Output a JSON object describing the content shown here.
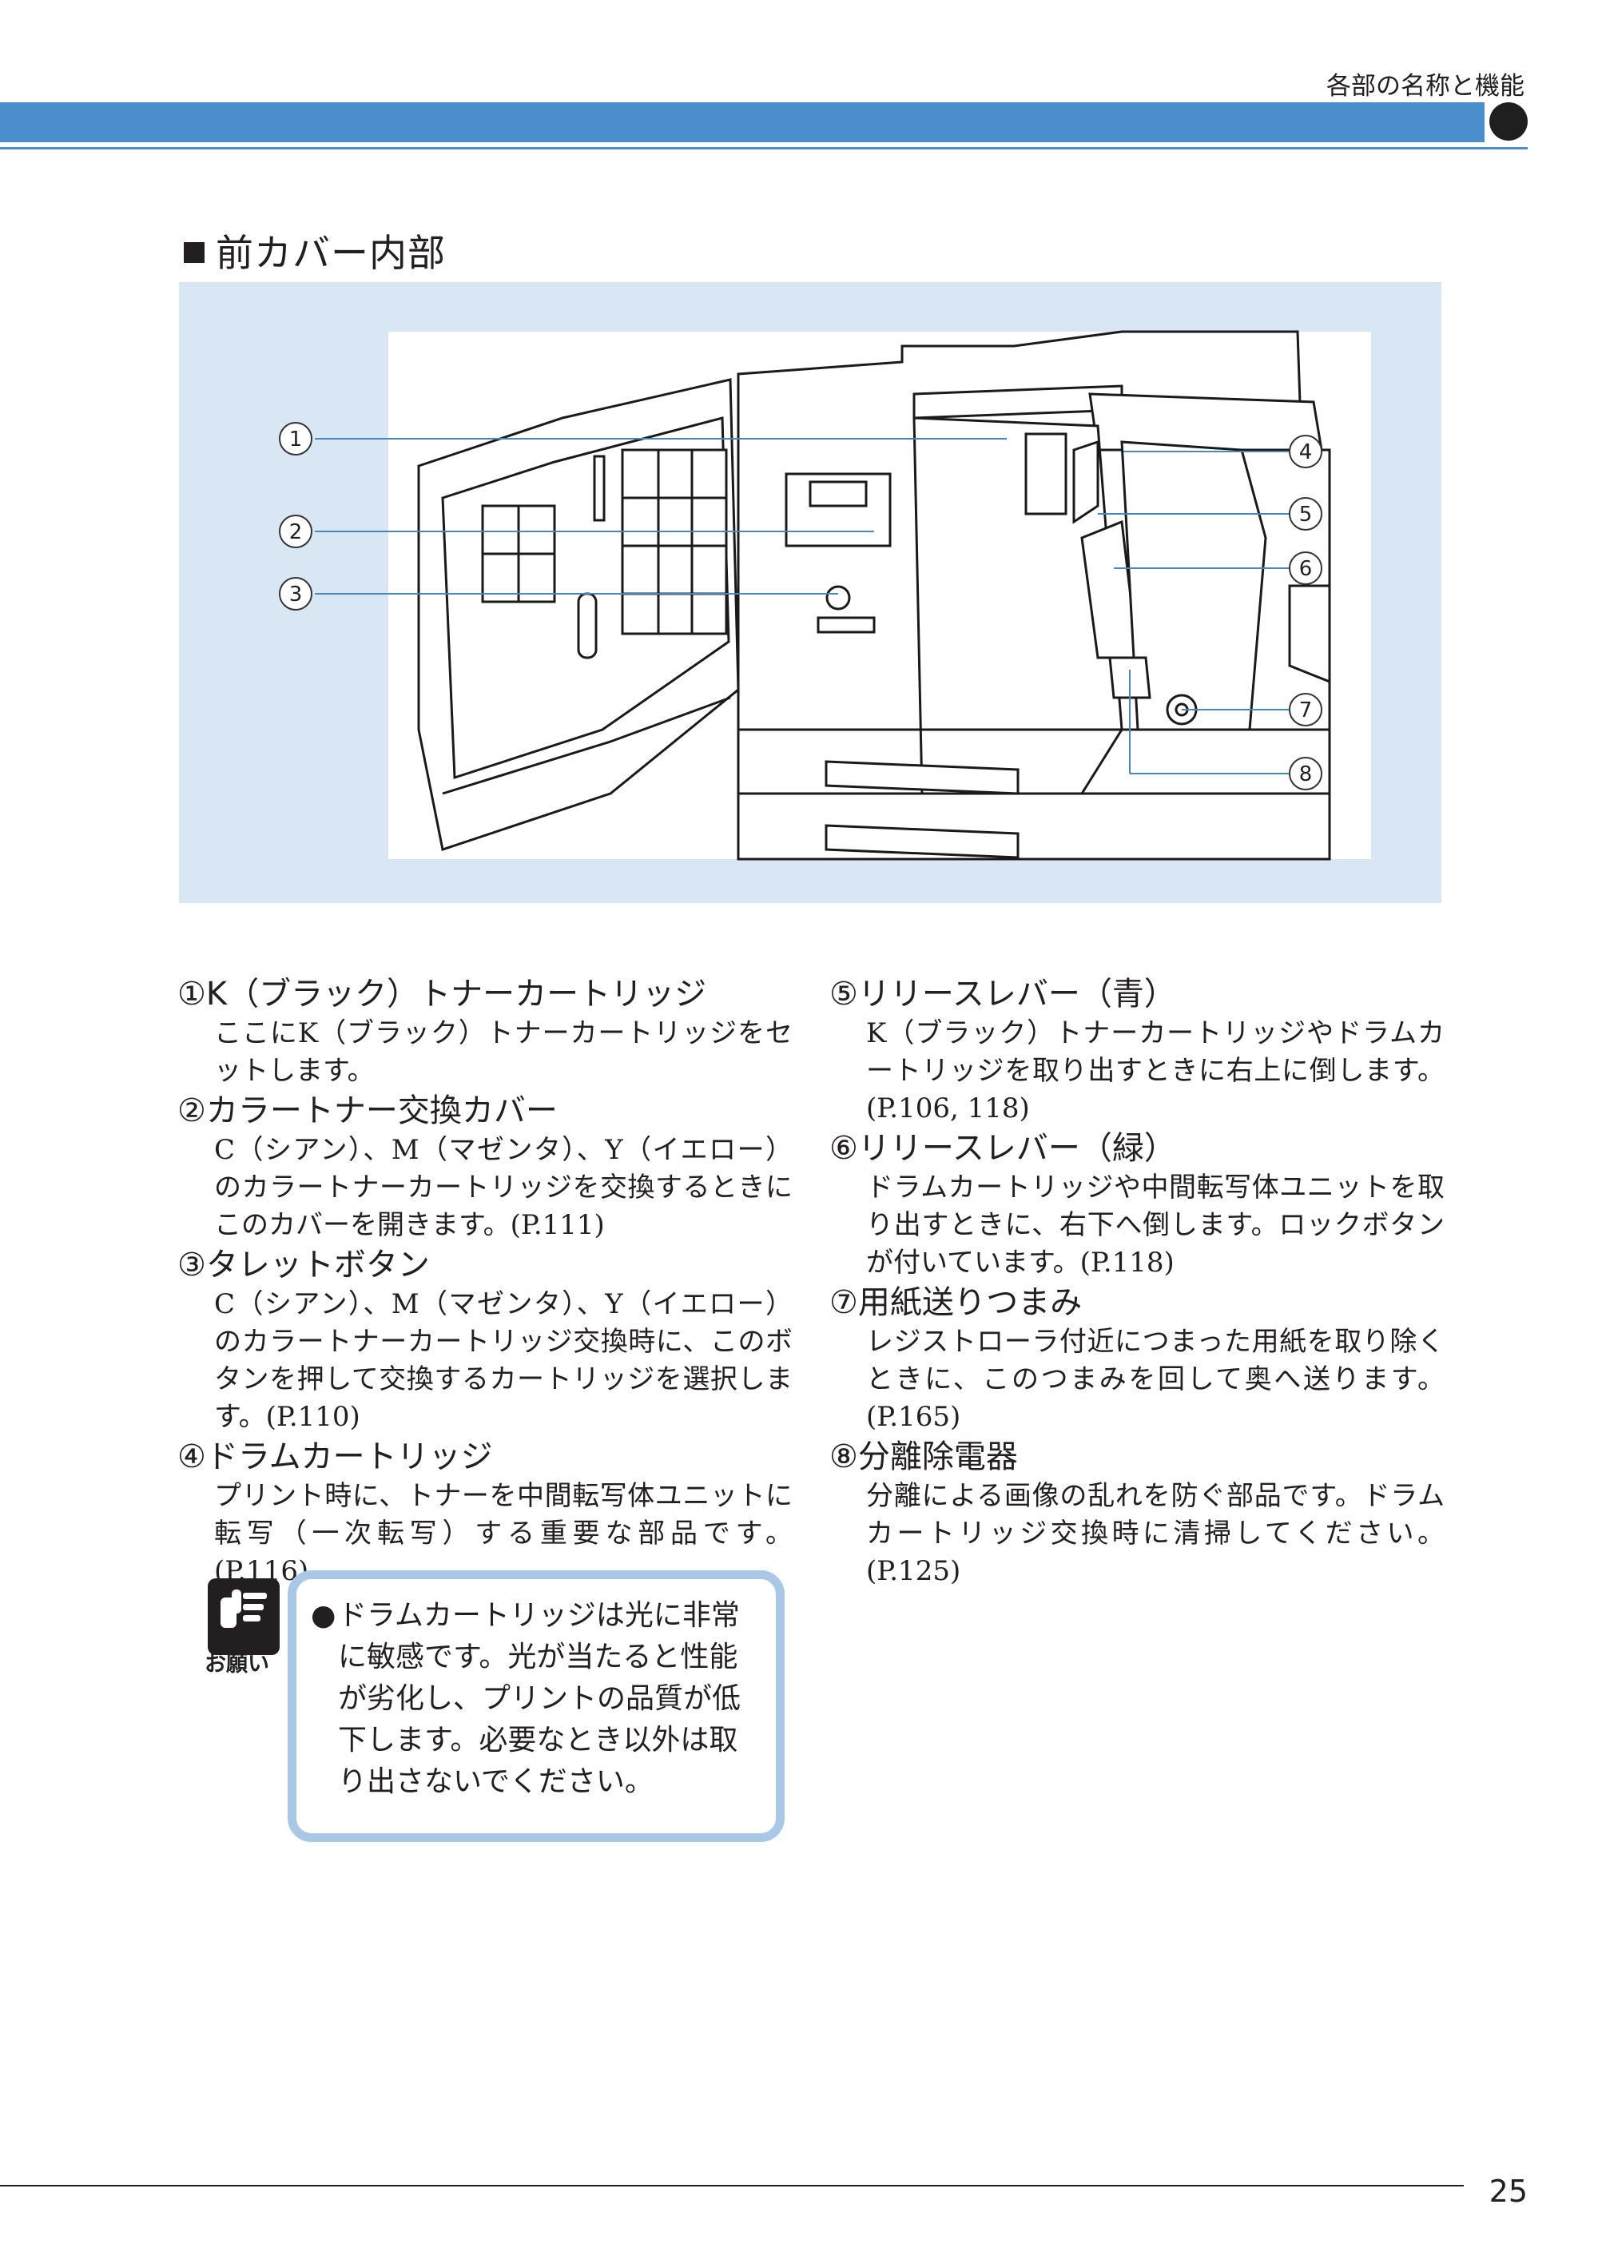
{
  "header": {
    "chapter_title": "各部の名称と機能"
  },
  "section": {
    "title": "前カバー内部"
  },
  "figure": {
    "callouts": [
      "1",
      "2",
      "3",
      "4",
      "5",
      "6",
      "7",
      "8"
    ]
  },
  "items_left": [
    {
      "num": "①",
      "title": "K（ブラック）トナーカートリッジ",
      "body": "ここにK（ブラック）トナーカートリッジをセットします。"
    },
    {
      "num": "②",
      "title": "カラートナー交換カバー",
      "body": "C（シアン）、M（マゼンタ）、Y（イエロー）のカラートナーカートリッジを交換するときにこのカバーを開きます。(P.111)"
    },
    {
      "num": "③",
      "title": "タレットボタン",
      "body": "C（シアン）、M（マゼンタ）、Y（イエロー）のカラートナーカートリッジ交換時に、このボタンを押して交換するカートリッジを選択します。(P.110)"
    },
    {
      "num": "④",
      "title": "ドラムカートリッジ",
      "body": "プリント時に、トナーを中間転写体ユニットに転写（一次転写）する重要な部品です。(P.116)"
    }
  ],
  "items_right": [
    {
      "num": "⑤",
      "title": "リリースレバー（青）",
      "body": "K（ブラック）トナーカートリッジやドラムカートリッジを取り出すときに右上に倒します。(P.106, 118)"
    },
    {
      "num": "⑥",
      "title": "リリースレバー（緑）",
      "body": "ドラムカートリッジや中間転写体ユニットを取り出すときに、右下へ倒します。ロックボタンが付いています。(P.118)"
    },
    {
      "num": "⑦",
      "title": "用紙送りつまみ",
      "body": "レジストローラ付近につまった用紙を取り除くときに、このつまみを回して奥へ送ります。(P.165)"
    },
    {
      "num": "⑧",
      "title": "分離除電器",
      "body": "分離による画像の乱れを防ぐ部品です。ドラムカートリッジ交換時に清掃してください。(P.125)"
    }
  ],
  "note": {
    "icon": "pointing-hand-icon",
    "label": "お願い",
    "text": "ドラムカートリッジは光に非常に敏感です。光が当たると性能が劣化し、プリントの品質が低下します。必要なとき以外は取り出さないでください。"
  },
  "page_number": "25",
  "colors": {
    "accent_blue": "#4a8fcb",
    "panel_bg": "#d9e6f3",
    "note_border": "#a9c8e8"
  }
}
